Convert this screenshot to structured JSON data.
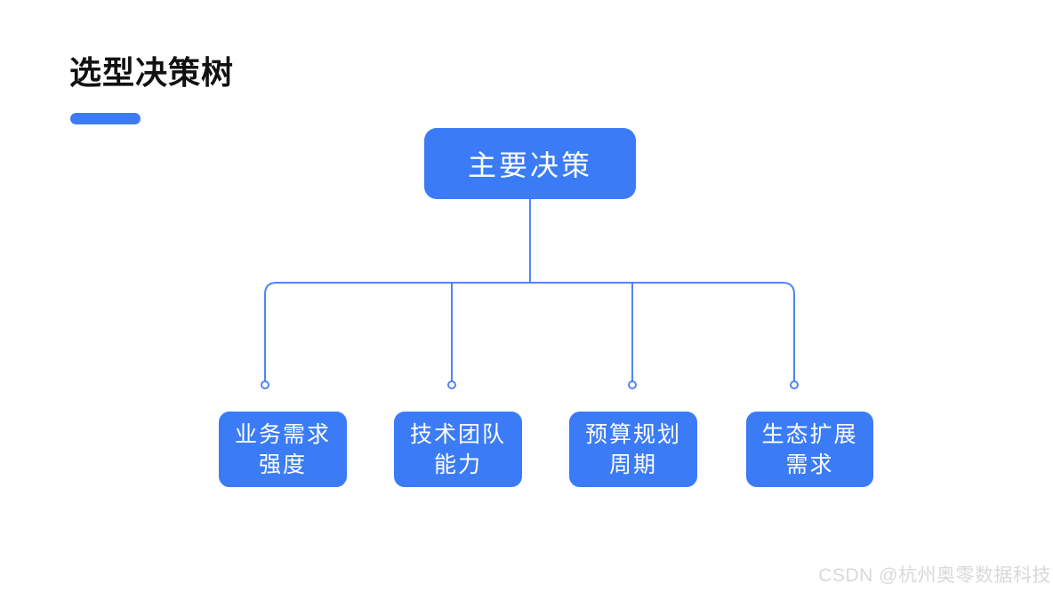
{
  "title": {
    "text": "选型决策树"
  },
  "colors": {
    "node_blue": "#3B7CF6",
    "line_blue": "#4F86F3",
    "heading": "#111111",
    "watermark_gray": "#D9D9D9",
    "background": "#FFFFFF"
  },
  "tree": {
    "root": {
      "label": "主要决策"
    },
    "children": [
      {
        "line1": "业务需求",
        "line2": "强度"
      },
      {
        "line1": "技术团队",
        "line2": "能力"
      },
      {
        "line1": "预算规划",
        "line2": "周期"
      },
      {
        "line1": "生态扩展",
        "line2": "需求"
      }
    ]
  },
  "watermark": {
    "text": "CSDN @杭州奥零数据科技"
  }
}
